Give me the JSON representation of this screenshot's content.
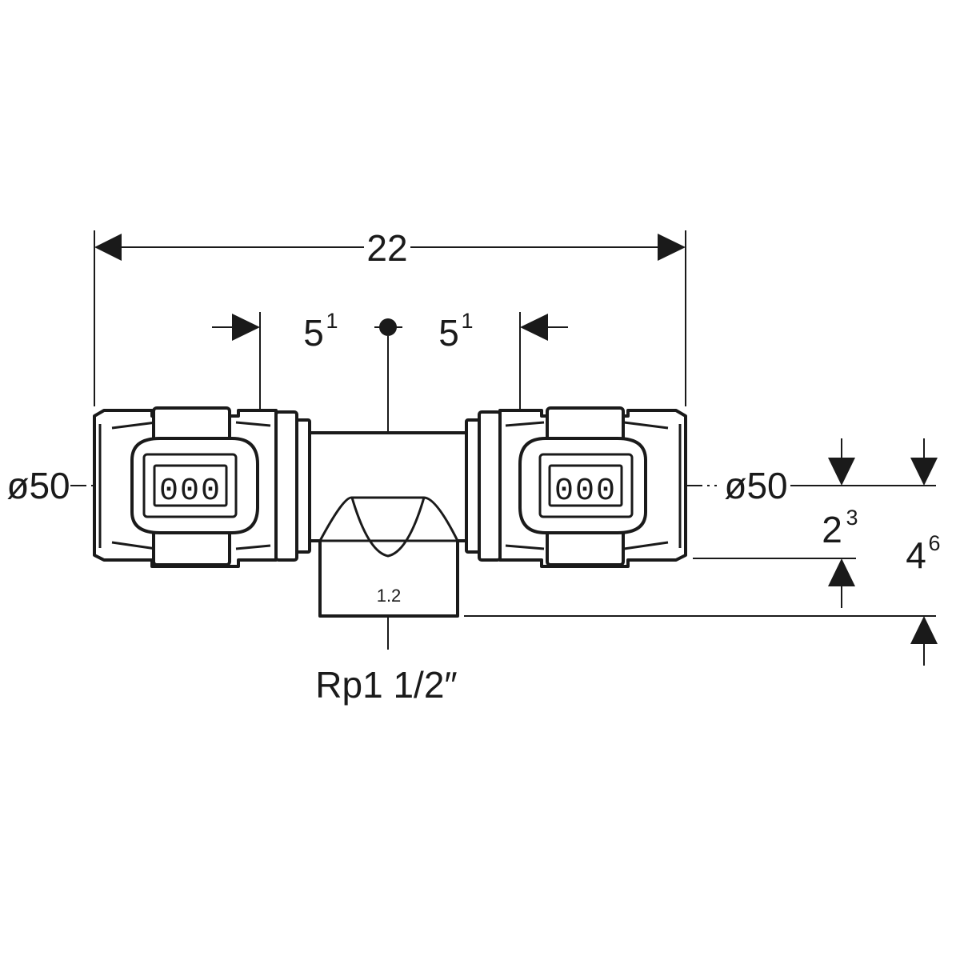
{
  "dimensions": {
    "overall_length": "22",
    "left_insertion": {
      "base": "5",
      "sup": "1"
    },
    "right_insertion": {
      "base": "5",
      "sup": "1"
    },
    "left_diameter": "ø50",
    "right_diameter": "ø50",
    "axis_to_branch_face": {
      "base": "2",
      "sup": "3"
    },
    "axis_to_bottom": {
      "base": "4",
      "sup": "6"
    },
    "branch_inner": "1.2",
    "branch_thread": "Rp1 1/2″"
  },
  "grip_marks": {
    "left": "000",
    "right": "000"
  }
}
